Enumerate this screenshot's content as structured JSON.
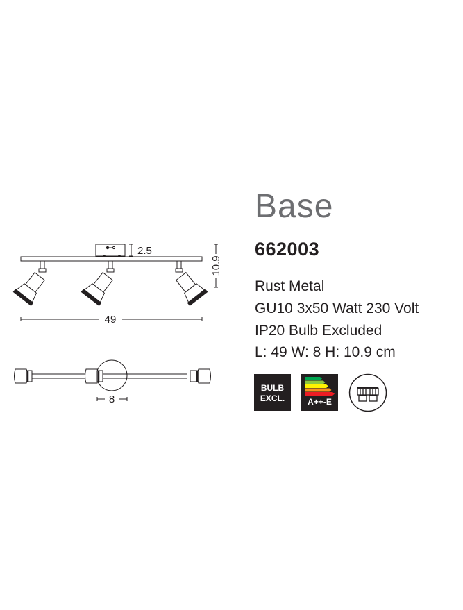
{
  "product": {
    "name": "Base",
    "code": "662003",
    "material": "Rust Metal",
    "bulb": "GU10 3x50 Watt 230 Volt",
    "ip_rating": "IP20 Bulb Excluded",
    "dimensions": "L: 49 W: 8 H: 10.9 cm"
  },
  "drawing": {
    "base_height_label": "2.5",
    "total_height_label": "10.9",
    "length_label": "49",
    "width_label": "8"
  },
  "badges": {
    "bulb_line1": "BULB",
    "bulb_line2": "EXCL.",
    "energy_class": "A++-E",
    "energy_colors": [
      "#00a651",
      "#8dc63f",
      "#fff200",
      "#f7941d",
      "#ed1c24"
    ],
    "driver_icon": "driver-icon"
  }
}
